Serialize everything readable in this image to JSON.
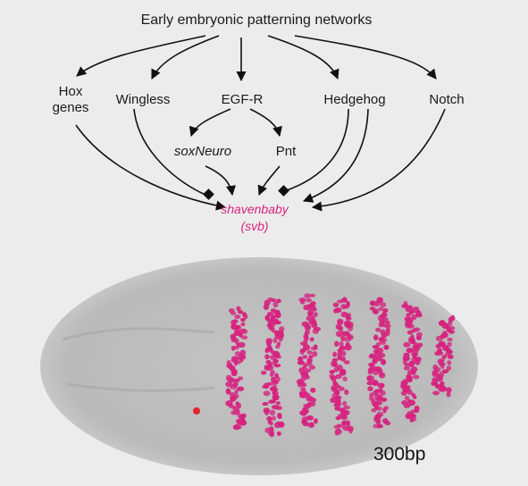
{
  "diagram": {
    "title": "Early embryonic patterning networks",
    "nodes": {
      "hox": "Hox genes",
      "wingless": "Wingless",
      "egfr": "EGF-R",
      "hedgehog": "Hedgehog",
      "notch": "Notch",
      "soxneuro": "soxNeuro",
      "pnt": "Pnt",
      "svb_name": "shavenbaby",
      "svb_abbr": "(svb)"
    },
    "colors": {
      "target": "#d6237f",
      "arrow": "#111111",
      "background": "#ececec"
    }
  },
  "micrograph": {
    "scale_label": "300bp",
    "stain_color": "#d6237f",
    "stripe_count": 7
  }
}
